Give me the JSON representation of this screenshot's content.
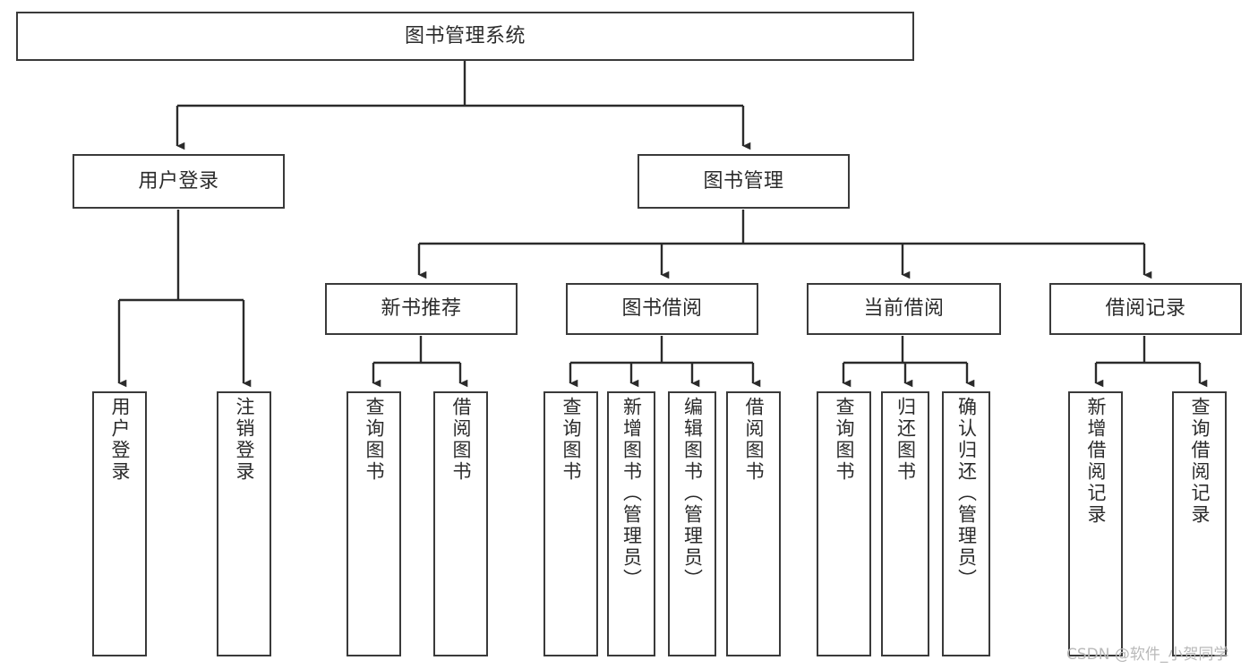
{
  "diagram": {
    "title": "图书管理系统",
    "type": "tree-hierarchy-chart",
    "watermark": "CSDN @软件_小贺同学",
    "colors": {
      "box_border": "#3a3a3a",
      "box_fill": "#ffffff",
      "connector": "#2b2b2b",
      "text": "#2b2b2b",
      "watermark": "#b9b9b9",
      "background": "#ffffff"
    },
    "nodes": {
      "root": {
        "label": "图书管理系统"
      },
      "level1": [
        {
          "label": "用户登录"
        },
        {
          "label": "图书管理"
        }
      ],
      "level2": [
        {
          "label": "新书推荐"
        },
        {
          "label": "图书借阅"
        },
        {
          "label": "当前借阅"
        },
        {
          "label": "借阅记录"
        }
      ],
      "leaves": {
        "user_login": [
          {
            "label": "用户登录"
          },
          {
            "label": "注销登录"
          }
        ],
        "new_book_recommend": [
          {
            "label": "查询图书"
          },
          {
            "label": "借阅图书"
          }
        ],
        "book_borrow": [
          {
            "label": "查询图书"
          },
          {
            "label": "新增图书（管理员）"
          },
          {
            "label": "编辑图书（管理员）"
          },
          {
            "label": "借阅图书"
          }
        ],
        "current_borrow": [
          {
            "label": "查询图书"
          },
          {
            "label": "归还图书"
          },
          {
            "label": "确认归还（管理员）"
          }
        ],
        "borrow_record": [
          {
            "label": "新增借阅记录"
          },
          {
            "label": "查询借阅记录"
          }
        ]
      }
    }
  }
}
